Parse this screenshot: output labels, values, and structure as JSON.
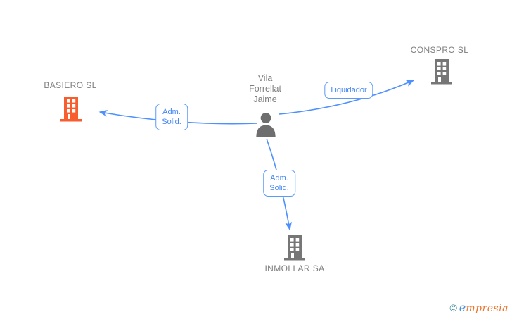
{
  "colors": {
    "edge_blue": "#4d90fe",
    "label_text_blue": "#4285f4",
    "label_border_blue": "#5b9bf8",
    "node_gray": "#767676",
    "text_gray": "#7e7e7e",
    "highlight_orange": "#f95d2d",
    "watermark_teal": "#2a7f8f",
    "watermark_blue": "#4a90d9",
    "watermark_orange": "#e8762d"
  },
  "person": {
    "name_line1": "Vila",
    "name_line2": "Forrellat",
    "name_line3": "Jaime"
  },
  "companies": {
    "basiero": {
      "name": "BASIERO SL"
    },
    "conspro": {
      "name": "CONSPRO SL"
    },
    "inmollar": {
      "name": "INMOLLAR SA"
    }
  },
  "edges": {
    "to_basiero": {
      "relation_line1": "Adm.",
      "relation_line2": "Solid."
    },
    "to_conspro": {
      "relation_line1": "Liquidador"
    },
    "to_inmollar": {
      "relation_line1": "Adm.",
      "relation_line2": "Solid."
    }
  },
  "watermark": {
    "copyright": "©",
    "brand_first_letter": "e",
    "brand_rest": "mpresia"
  }
}
